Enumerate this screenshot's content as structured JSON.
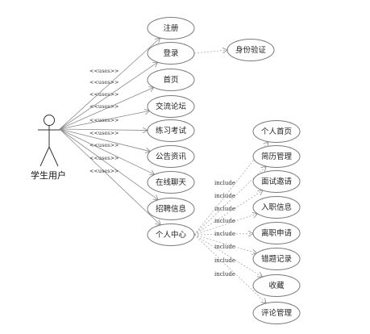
{
  "actor": {
    "name": "学生用户"
  },
  "primary_use_cases": [
    {
      "id": "register",
      "label": "注册"
    },
    {
      "id": "login",
      "label": "登录"
    },
    {
      "id": "home",
      "label": "首页"
    },
    {
      "id": "forum",
      "label": "交流论坛"
    },
    {
      "id": "exam",
      "label": "练习考试"
    },
    {
      "id": "news",
      "label": "公告资讯"
    },
    {
      "id": "chat",
      "label": "在线聊天"
    },
    {
      "id": "jobs",
      "label": "招聘信息"
    },
    {
      "id": "center",
      "label": "个人中心"
    }
  ],
  "actor_edge_label": "<<uses>>",
  "login_include": {
    "label": "身份验证"
  },
  "center_includes": [
    {
      "id": "profile",
      "label": "个人首页"
    },
    {
      "id": "resume",
      "label": "简历管理"
    },
    {
      "id": "interview",
      "label": "面试邀请"
    },
    {
      "id": "onboard",
      "label": "入职信息"
    },
    {
      "id": "resign",
      "label": "离职申请"
    },
    {
      "id": "mistakes",
      "label": "错题记录"
    },
    {
      "id": "favorites",
      "label": "收藏"
    },
    {
      "id": "comments",
      "label": "评论管理"
    }
  ],
  "include_label": "include",
  "colors": {
    "ellipse_stroke": "#7a7a7a",
    "line": "#8a8a8a"
  }
}
